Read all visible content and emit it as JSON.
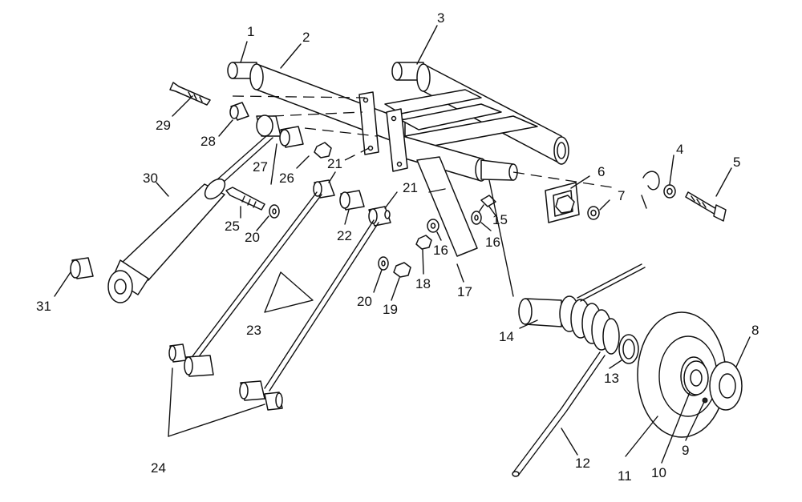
{
  "diagram": {
    "callouts": [
      {
        "id": "c1",
        "text": "1"
      },
      {
        "id": "c2",
        "text": "2"
      },
      {
        "id": "c3",
        "text": "3"
      },
      {
        "id": "c4",
        "text": "4"
      },
      {
        "id": "c5",
        "text": "5"
      },
      {
        "id": "c6",
        "text": "6"
      },
      {
        "id": "c7",
        "text": "7"
      },
      {
        "id": "c8",
        "text": "8"
      },
      {
        "id": "c9",
        "text": "9"
      },
      {
        "id": "c10",
        "text": "10"
      },
      {
        "id": "c11",
        "text": "11"
      },
      {
        "id": "c12",
        "text": "12"
      },
      {
        "id": "c13",
        "text": "13"
      },
      {
        "id": "c14",
        "text": "14"
      },
      {
        "id": "c15",
        "text": "15"
      },
      {
        "id": "c16a",
        "text": "16"
      },
      {
        "id": "c16b",
        "text": "16"
      },
      {
        "id": "c17",
        "text": "17"
      },
      {
        "id": "c18",
        "text": "18"
      },
      {
        "id": "c19",
        "text": "19"
      },
      {
        "id": "c20a",
        "text": "20"
      },
      {
        "id": "c20b",
        "text": "20"
      },
      {
        "id": "c21a",
        "text": "21"
      },
      {
        "id": "c21b",
        "text": "21"
      },
      {
        "id": "c22",
        "text": "22"
      },
      {
        "id": "c23",
        "text": "23"
      },
      {
        "id": "c24",
        "text": "24"
      },
      {
        "id": "c25",
        "text": "25"
      },
      {
        "id": "c26",
        "text": "26"
      },
      {
        "id": "c27",
        "text": "27"
      },
      {
        "id": "c28",
        "text": "28"
      },
      {
        "id": "c29",
        "text": "29"
      },
      {
        "id": "c30",
        "text": "30"
      },
      {
        "id": "c31",
        "text": "31"
      }
    ]
  }
}
